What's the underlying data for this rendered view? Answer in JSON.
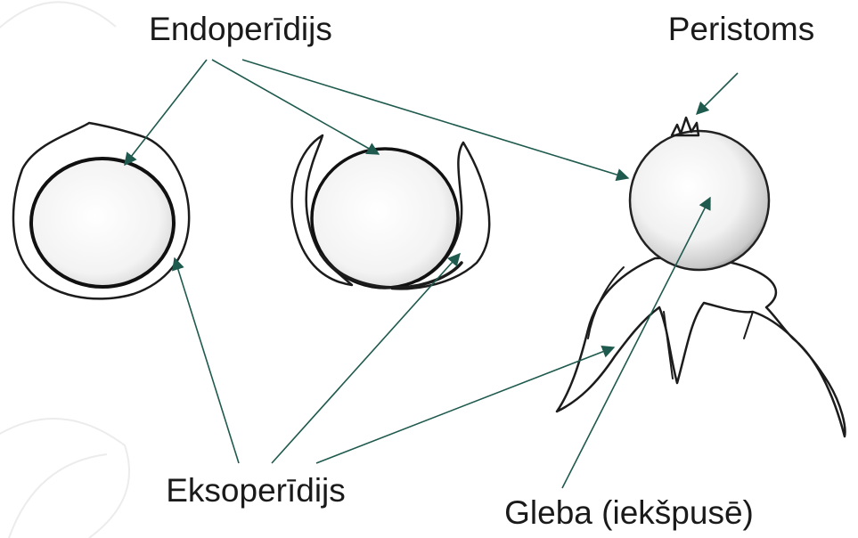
{
  "labels": {
    "endoperidijs": "Endoperīdijs",
    "peristoms": "Peristoms",
    "eksoperidijs": "Eksoperīdijs",
    "gleba": "Gleba (iekšpusē)"
  },
  "colors": {
    "arrow": "#1f5a4e",
    "ink": "#1c1c1c",
    "background": "#ffffff"
  }
}
